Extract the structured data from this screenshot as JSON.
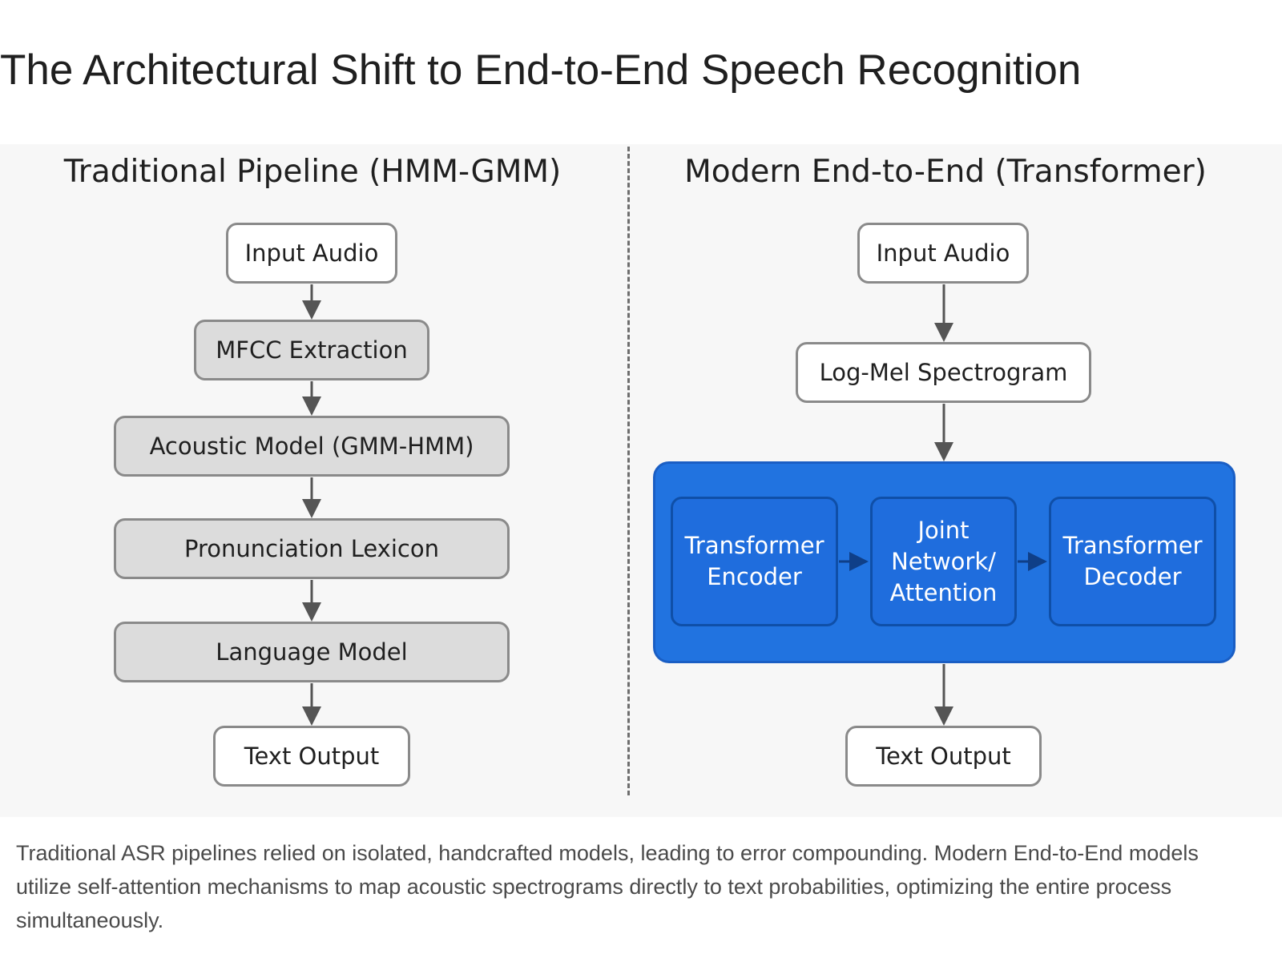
{
  "title": "The Architectural Shift to End-to-End Speech Recognition",
  "left_panel": {
    "title": "Traditional Pipeline (HMM-GMM)",
    "nodes": [
      "Input Audio",
      "MFCC Extraction",
      "Acoustic Model (GMM-HMM)",
      "Pronunciation Lexicon",
      "Language Model",
      "Text Output"
    ]
  },
  "right_panel": {
    "title": "Modern End-to-End (Transformer)",
    "input": "Input Audio",
    "features": "Log-Mel Spectrogram",
    "block": {
      "encoder": "Transformer Encoder",
      "joint": "Joint Network/ Attention",
      "decoder": "Transformer Decoder"
    },
    "output": "Text Output"
  },
  "caption": "Traditional ASR pipelines relied on isolated, handcrafted models, leading to error compounding. Modern End-to-End models utilize self-attention mechanisms to map acoustic spectrograms directly to text probabilities, optimizing the entire process simultaneously.",
  "colors": {
    "node_border": "#8a8a8a",
    "grey_fill": "#dcdcdc",
    "blue_container": "#2173e0",
    "arrow": "#555555"
  }
}
